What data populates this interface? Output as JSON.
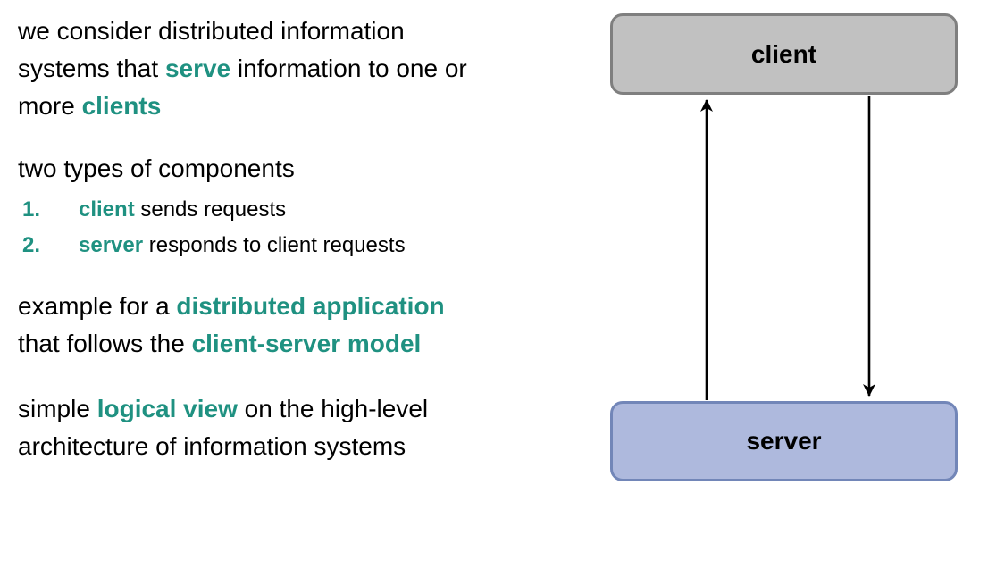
{
  "content": {
    "p1": {
      "l1": "we consider distributed information",
      "l2a": "systems that ",
      "l2b": "serve",
      "l2c": " information to one or",
      "l3a": "more ",
      "l3b": "clients"
    },
    "components_heading": "two types of components",
    "list": {
      "item1": {
        "num": "1.",
        "term": "client",
        "rest": " sends requests"
      },
      "item2": {
        "num": "2.",
        "term": "server",
        "rest": " responds to client requests"
      }
    },
    "p3": {
      "l1a": "example for a ",
      "l1b": "distributed application",
      "l2a": "that follows the ",
      "l2b": "client-server model"
    },
    "p4": {
      "l1a": "simple ",
      "l1b": "logical view",
      "l1c": " on the high-level",
      "l2": "architecture of information systems"
    }
  },
  "diagram": {
    "client_label": "client",
    "server_label": "server",
    "arrows": [
      {
        "name": "server-to-client",
        "direction": "up"
      },
      {
        "name": "client-to-server",
        "direction": "down"
      }
    ],
    "colors": {
      "accent_teal": "#1f9181",
      "client_fill": "#c1c1c1",
      "client_border": "#7f7f7f",
      "server_fill": "#aeb9dd",
      "server_border": "#7286b8",
      "arrow": "#000000",
      "text": "#000000",
      "background": "#ffffff"
    }
  }
}
